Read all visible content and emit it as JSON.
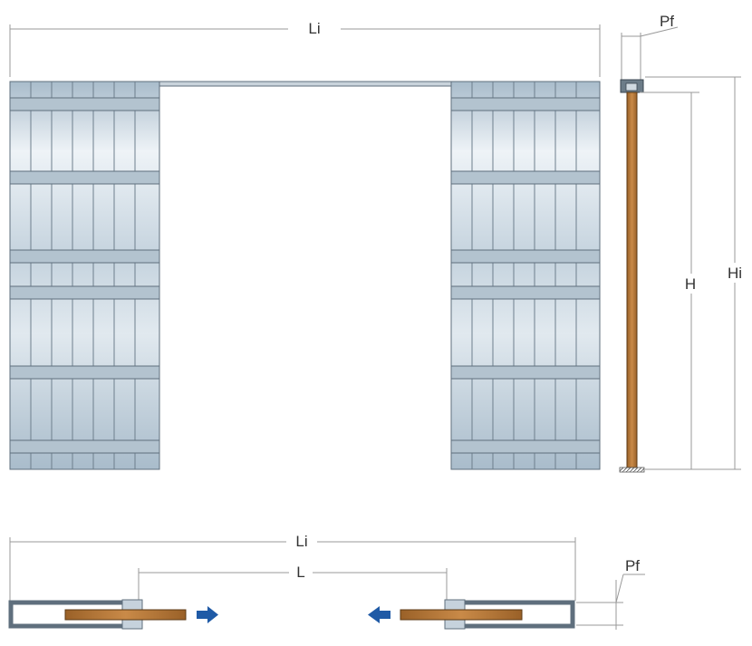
{
  "labels": {
    "front_width": "Li",
    "side_depth": "Pf",
    "door_height": "H",
    "total_height": "Hi",
    "plan_width": "Li",
    "plan_opening": "L",
    "plan_depth": "Pf"
  },
  "colors": {
    "panel_face": "#b7c7d4",
    "panel_light": "#e9f0f6",
    "panel_stroke": "#5f6f7d",
    "wood": "#b8793b",
    "dimension_line": "#888888",
    "arrow": "#1f5aa6"
  }
}
